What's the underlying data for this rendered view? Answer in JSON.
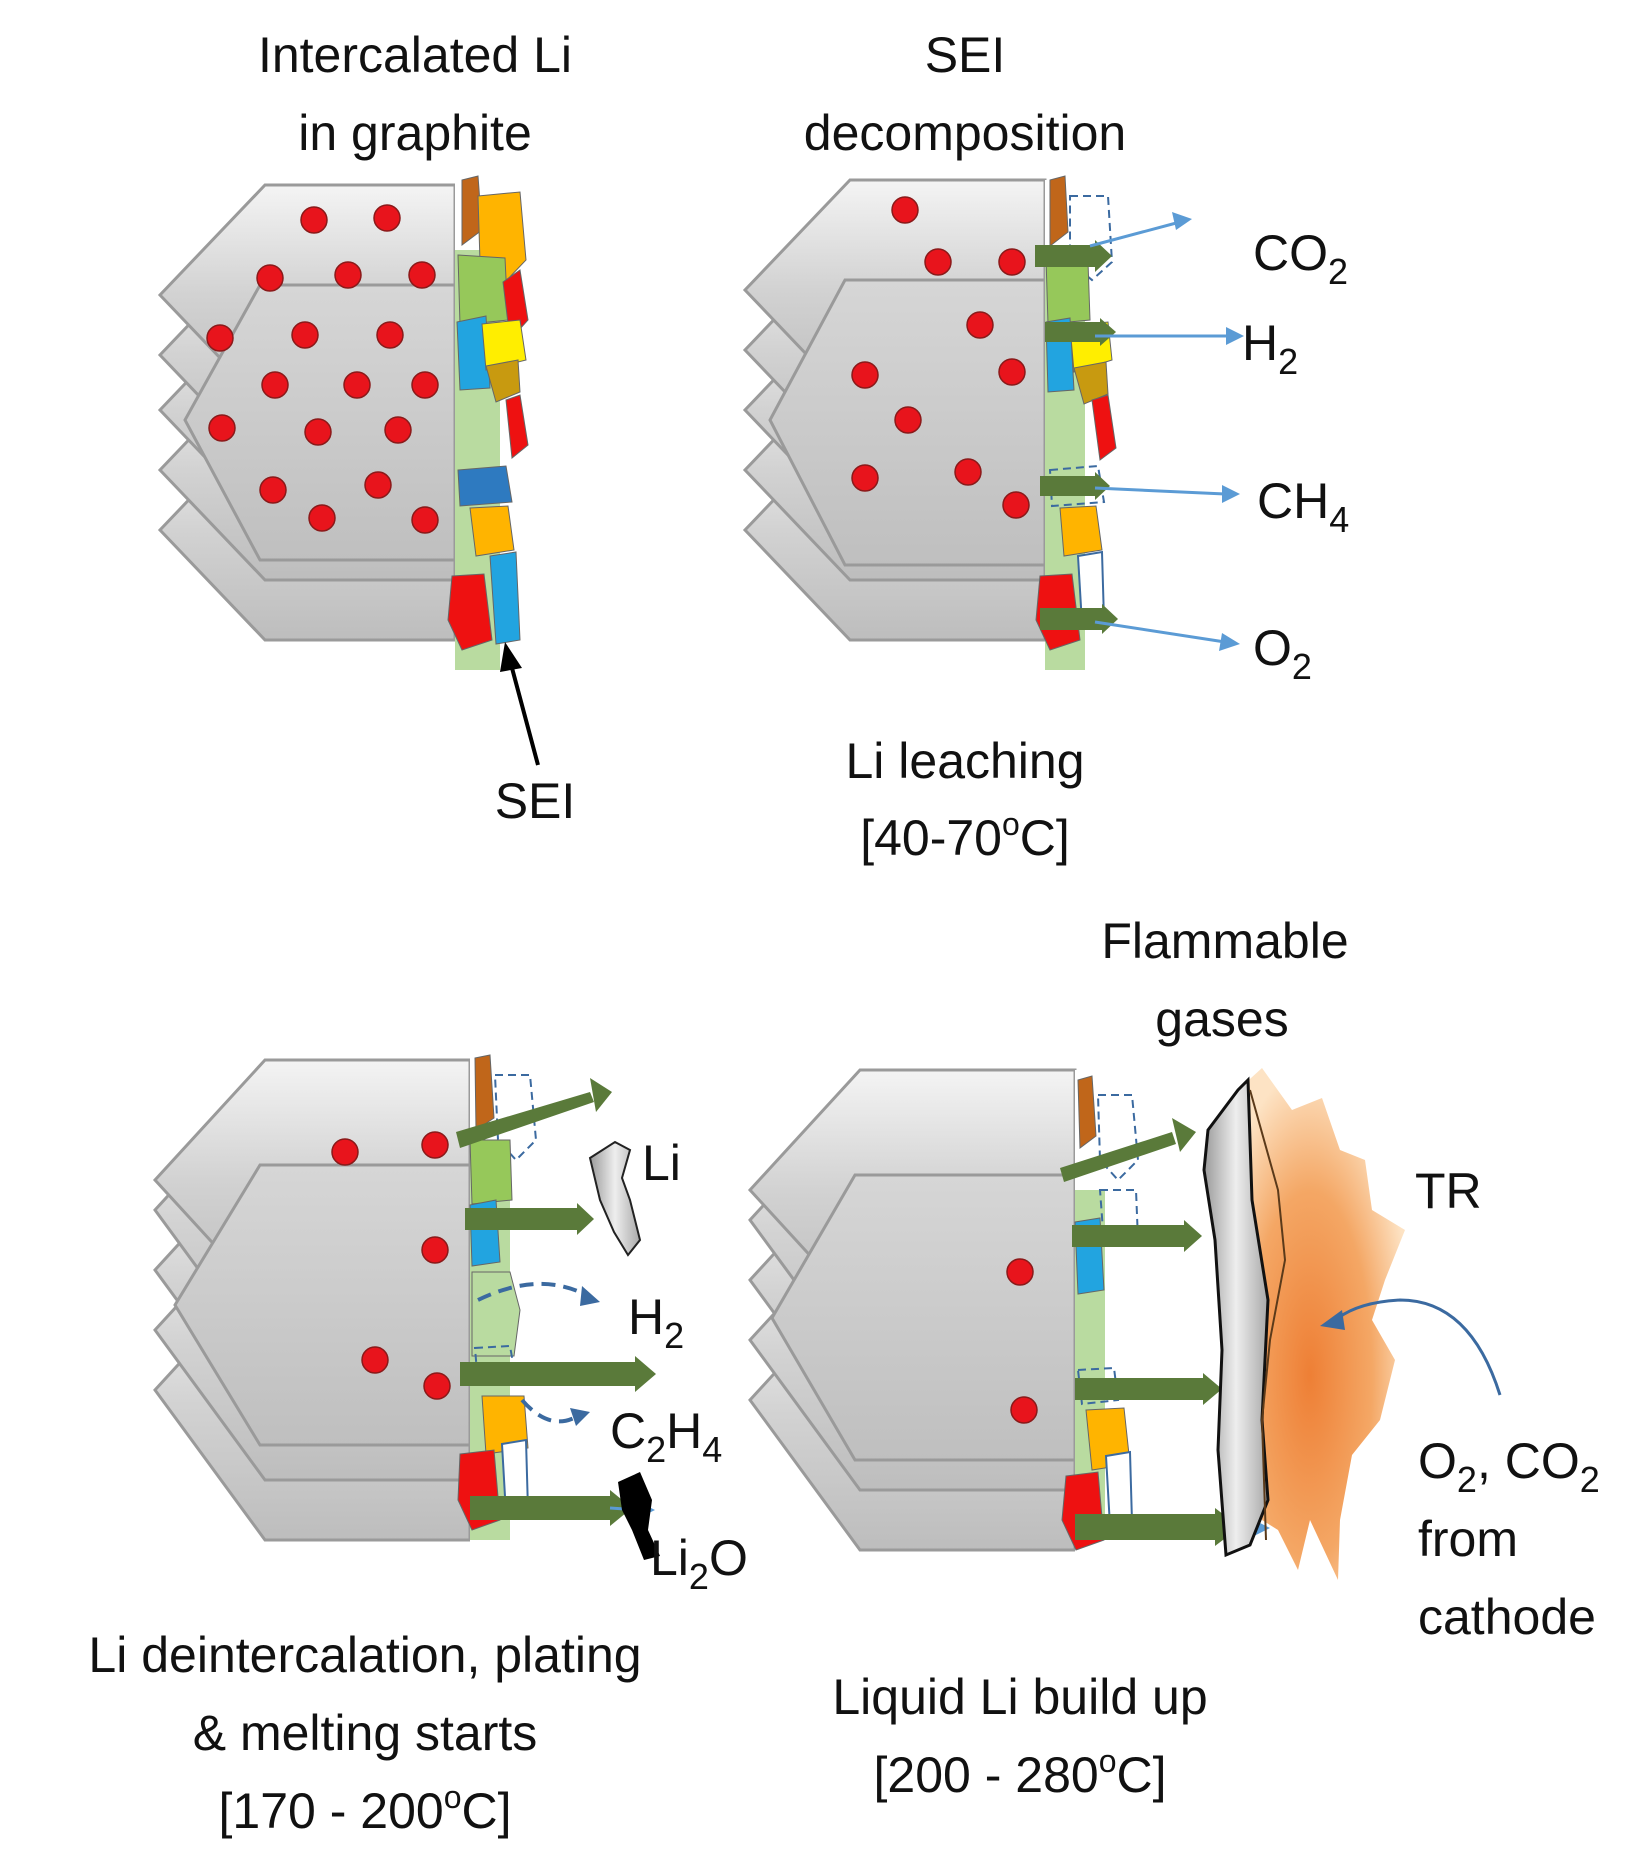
{
  "colors": {
    "li_dot": "#e8141c",
    "graphite": "#c9c9c9",
    "arrow_green": "#5a7a3a",
    "arrow_blue": "#5b9bd5",
    "sei_red": "#ee1111",
    "sei_orange": "#ffb400",
    "sei_yellow": "#ffee00",
    "sei_green": "#96c85a",
    "sei_lightgreen": "#b9dba0",
    "sei_blue": "#22a4e0",
    "sei_brown": "#c0661a",
    "sei_olive": "#c89a10",
    "flame": "#f08a3c"
  },
  "panels": {
    "p1": {
      "title_line1": "Intercalated Li",
      "title_line2": "in graphite",
      "sei_label": "SEI"
    },
    "p2": {
      "title_line1": "SEI",
      "title_line2": "decomposition",
      "gases": [
        {
          "base": "CO",
          "sub": "2"
        },
        {
          "base": "H",
          "sub": "2"
        },
        {
          "base": "CH",
          "sub": "4"
        },
        {
          "base": "O",
          "sub": "2"
        }
      ],
      "caption_line1": "Li leaching",
      "caption_line2_pre": "[40-70",
      "caption_line2_sup": "o",
      "caption_line2_post": "C]"
    },
    "p3": {
      "li_label": "Li",
      "h2": {
        "base": "H",
        "sub": "2"
      },
      "c2h4": {
        "p1": "C",
        "s1": "2",
        "p2": "H",
        "s2": "4"
      },
      "li2o": {
        "p1": "Li",
        "s1": "2",
        "p2": "O"
      },
      "caption_line1": "Li deintercalation, plating",
      "caption_line2": "& melting starts",
      "caption_line3_pre": "[170 - 200",
      "caption_line3_sup": "o",
      "caption_line3_post": "C]"
    },
    "p4": {
      "title_line1": "Flammable",
      "title_line2": "gases",
      "tr_label": "TR",
      "source_line1_a": "O",
      "source_line1_s1": "2",
      "source_line1_b": ", CO",
      "source_line1_s2": "2",
      "source_line2": "from",
      "source_line3": "cathode",
      "caption_line1": "Liquid Li build up",
      "caption_line2_pre": "[200 - 280",
      "caption_line2_sup": "o",
      "caption_line2_post": "C]"
    }
  }
}
